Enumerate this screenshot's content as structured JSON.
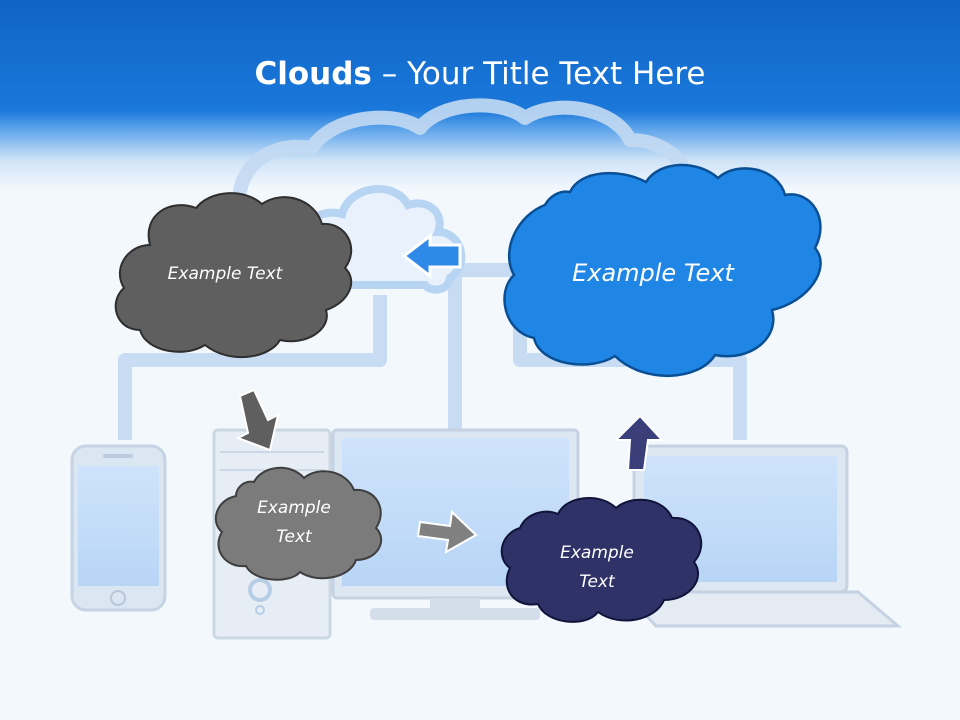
{
  "slide": {
    "title_bold": "Clouds",
    "title_sep": " – ",
    "title_rest": "Your Title Text Here"
  },
  "clouds": {
    "gray_large": "Example Text",
    "blue_large": "Example Text",
    "gray_small_line1": "Example",
    "gray_small_line2": "Text",
    "navy_small_line1": "Example",
    "navy_small_line2": "Text"
  },
  "colors": {
    "header_blue": "#1a78da",
    "cloud_dark_gray": "#5f5f5f",
    "cloud_mid_gray": "#7b7b7b",
    "cloud_blue": "#1f86e6",
    "cloud_navy": "#2f3267",
    "arrow_blue": "#2e8ae6",
    "arrow_navy": "#3a3f7a",
    "arrow_gray": "#808080"
  },
  "icons": [
    "cloud-network-icon",
    "smartphone-icon",
    "desktop-tower-icon",
    "monitor-icon",
    "laptop-icon"
  ]
}
